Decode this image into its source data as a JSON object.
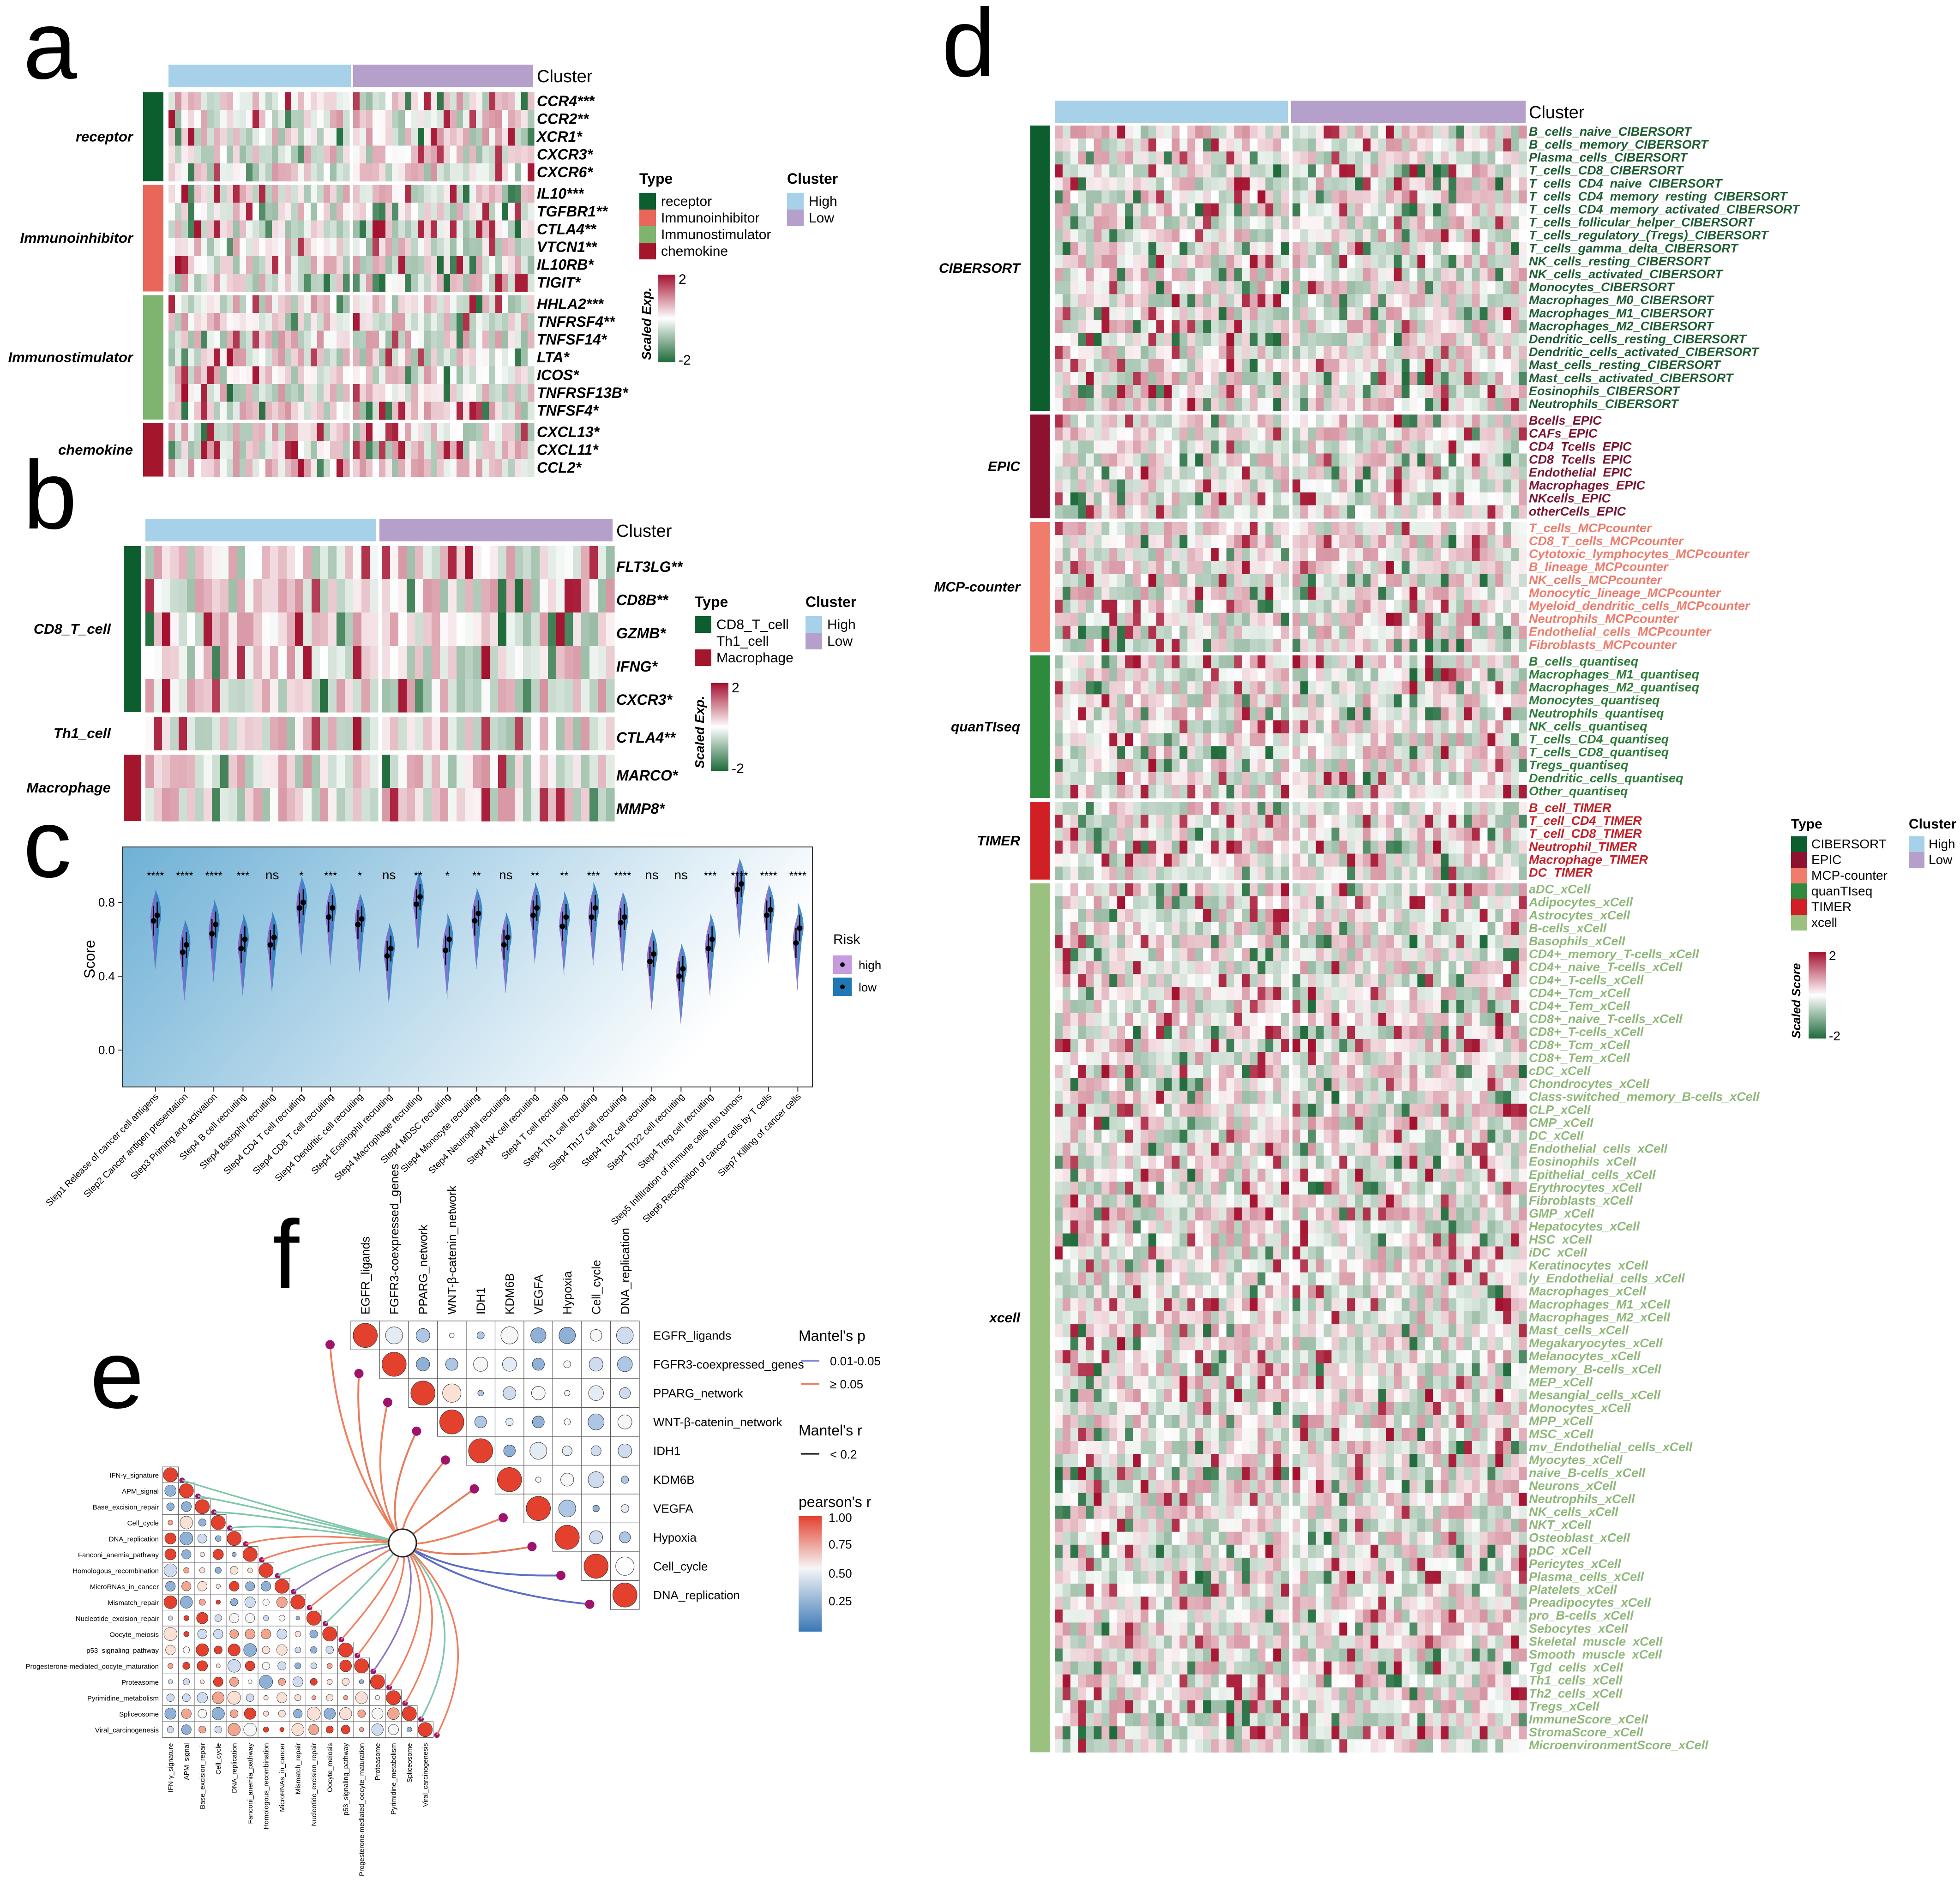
{
  "panel_letters": [
    "a",
    "b",
    "c",
    "d",
    "e",
    "f"
  ],
  "colors": {
    "high": "#a6d1e8",
    "low": "#b5a0cc",
    "receptor": "#0c5e2e",
    "immunoinhibitor": "#e8675a",
    "immunostimulator": "#7eb46f",
    "chemokine": "#a4162b",
    "cd8": "#0c5e2e",
    "macrophage": "#a4162b",
    "cibersort": "#0c5e2e",
    "epic": "#8c1230",
    "mcp": "#f07c6c",
    "quantiseq": "#2e8b3e",
    "timer": "#d11f26",
    "xcell": "#9ac17f",
    "heat_low": "#1f6b3a",
    "heat_mid": "#ffffff",
    "heat_high": "#a4102e"
  },
  "chart_data": [
    {
      "panel": "a",
      "type": "heatmap",
      "cluster_label": "Cluster",
      "groups": [
        {
          "name": "receptor",
          "rows": [
            "CCR4***",
            "CCR2**",
            "XCR1*",
            "CXCR3*",
            "CXCR6*"
          ]
        },
        {
          "name": "Immunoinhibitor",
          "rows": [
            "IL10***",
            "TGFBR1**",
            "CTLA4**",
            "VTCN1**",
            "IL10RB*",
            "TIGIT*"
          ]
        },
        {
          "name": "Immunostimulator",
          "rows": [
            "HHLA2***",
            "TNFRSF4**",
            "TNFSF14*",
            "LTA*",
            "ICOS*",
            "TNFRSF13B*",
            "TNFSF4*"
          ]
        },
        {
          "name": "chemokine",
          "rows": [
            "CXCL13*",
            "CXCL11*",
            "CCL2*"
          ]
        }
      ],
      "legend": {
        "type_title": "Type",
        "type_items": [
          "receptor",
          "Immunoinhibitor",
          "Immunostimulator",
          "chemokine"
        ],
        "cluster_title": "Cluster",
        "cluster_items": [
          "High",
          "Low"
        ],
        "scale_title": "Scaled Exp.",
        "scale_max": "2",
        "scale_min": "-2"
      }
    },
    {
      "panel": "b",
      "type": "heatmap",
      "cluster_label": "Cluster",
      "groups": [
        {
          "name": "CD8_T_cell",
          "rows": [
            "FLT3LG**",
            "CD8B**",
            "GZMB*",
            "IFNG*",
            "CXCR3*"
          ]
        },
        {
          "name": "Th1_cell",
          "rows": [
            "CTLA4**"
          ]
        },
        {
          "name": "Macrophage",
          "rows": [
            "MARCO*",
            "MMP8*"
          ]
        }
      ],
      "legend": {
        "type_title": "Type",
        "type_items": [
          "CD8_T_cell",
          "Th1_cell",
          "Macrophage"
        ],
        "cluster_title": "Cluster",
        "cluster_items": [
          "High",
          "Low"
        ],
        "scale_title": "Scaled Exp.",
        "scale_max": "2",
        "scale_min": "-2"
      }
    },
    {
      "panel": "c",
      "type": "violin",
      "ylabel": "Score",
      "yticks": [
        "0.0",
        "0.4",
        "0.8"
      ],
      "ylim": [
        -0.2,
        1.1
      ],
      "legend_title": "Risk",
      "legend_items": [
        "high",
        "low"
      ],
      "categories": [
        "Step1 Release of cancer cell antigens",
        "Step2 Cancer antigen presentation",
        "Step3 Priming and activation",
        "Step4 B cell recruiting",
        "Step4 Basophil recruiting",
        "Step4 CD4 T cell recruiting",
        "Step4 CD8 T cell recruiting",
        "Step4 Dendritic cell recruiting",
        "Step4 Eosinophil recruiting",
        "Step4 Macrophage recruiting",
        "Step4 MDSC recruiting",
        "Step4 Monocyte recruiting",
        "Step4 Neutrophil recruiting",
        "Step4 NK cell recruiting",
        "Step4 T cell recruiting",
        "Step4 Th1 cell recruiting",
        "Step4 Th17 cell recruiting",
        "Step4 Th2 cell recruiting",
        "Step4 Th22 cell recruiting",
        "Step4 Treg cell recruiting",
        "Step5 Infiltration of immune cells into tumors",
        "Step6 Recognition of cancer cells by T cells",
        "Step7 Killing of cancer cells"
      ],
      "significance": [
        "****",
        "****",
        "****",
        "***",
        "ns",
        "*",
        "***",
        "*",
        "ns",
        "**",
        "*",
        "**",
        "ns",
        "**",
        "**",
        "***",
        "****",
        "ns",
        "ns",
        "***",
        "****",
        "****",
        "****"
      ],
      "series": [
        {
          "name": "high",
          "values": [
            0.7,
            0.53,
            0.63,
            0.55,
            0.57,
            0.77,
            0.72,
            0.68,
            0.51,
            0.79,
            0.54,
            0.7,
            0.57,
            0.73,
            0.67,
            0.72,
            0.69,
            0.48,
            0.4,
            0.55,
            0.87,
            0.73,
            0.58
          ]
        },
        {
          "name": "low",
          "values": [
            0.73,
            0.57,
            0.68,
            0.6,
            0.61,
            0.8,
            0.77,
            0.71,
            0.55,
            0.83,
            0.6,
            0.74,
            0.61,
            0.77,
            0.72,
            0.77,
            0.72,
            0.52,
            0.44,
            0.6,
            0.9,
            0.76,
            0.66
          ]
        }
      ]
    },
    {
      "panel": "d",
      "type": "heatmap",
      "cluster_label": "Cluster",
      "groups": [
        {
          "name": "CIBERSORT",
          "rows": [
            "B_cells_naive_CIBERSORT",
            "B_cells_memory_CIBERSORT",
            "Plasma_cells_CIBERSORT",
            "T_cells_CD8_CIBERSORT",
            "T_cells_CD4_naive_CIBERSORT",
            "T_cells_CD4_memory_resting_CIBERSORT",
            "T_cells_CD4_memory_activated_CIBERSORT",
            "T_cells_follicular_helper_CIBERSORT",
            "T_cells_regulatory_(Tregs)_CIBERSORT",
            "T_cells_gamma_delta_CIBERSORT",
            "NK_cells_resting_CIBERSORT",
            "NK_cells_activated_CIBERSORT",
            "Monocytes_CIBERSORT",
            "Macrophages_M0_CIBERSORT",
            "Macrophages_M1_CIBERSORT",
            "Macrophages_M2_CIBERSORT",
            "Dendritic_cells_resting_CIBERSORT",
            "Dendritic_cells_activated_CIBERSORT",
            "Mast_cells_resting_CIBERSORT",
            "Mast_cells_activated_CIBERSORT",
            "Eosinophils_CIBERSORT",
            "Neutrophils_CIBERSORT"
          ]
        },
        {
          "name": "EPIC",
          "rows": [
            "Bcells_EPIC",
            "CAFs_EPIC",
            "CD4_Tcells_EPIC",
            "CD8_Tcells_EPIC",
            "Endothelial_EPIC",
            "Macrophages_EPIC",
            "NKcells_EPIC",
            "otherCells_EPIC"
          ]
        },
        {
          "name": "MCP-counter",
          "rows": [
            "T_cells_MCPcounter",
            "CD8_T_cells_MCPcounter",
            "Cytotoxic_lymphocytes_MCPcounter",
            "B_lineage_MCPcounter",
            "NK_cells_MCPcounter",
            "Monocytic_lineage_MCPcounter",
            "Myeloid_dendritic_cells_MCPcounter",
            "Neutrophils_MCPcounter",
            "Endothelial_cells_MCPcounter",
            "Fibroblasts_MCPcounter"
          ]
        },
        {
          "name": "quanTIseq",
          "rows": [
            "B_cells_quantiseq",
            "Macrophages_M1_quantiseq",
            "Macrophages_M2_quantiseq",
            "Monocytes_quantiseq",
            "Neutrophils_quantiseq",
            "NK_cells_quantiseq",
            "T_cells_CD4_quantiseq",
            "T_cells_CD8_quantiseq",
            "Tregs_quantiseq",
            "Dendritic_cells_quantiseq",
            "Other_quantiseq"
          ]
        },
        {
          "name": "TIMER",
          "rows": [
            "B_cell_TIMER",
            "T_cell_CD4_TIMER",
            "T_cell_CD8_TIMER",
            "Neutrophil_TIMER",
            "Macrophage_TIMER",
            "DC_TIMER"
          ]
        },
        {
          "name": "xcell",
          "rows": [
            "aDC_xCell",
            "Adipocytes_xCell",
            "Astrocytes_xCell",
            "B-cells_xCell",
            "Basophils_xCell",
            "CD4+_memory_T-cells_xCell",
            "CD4+_naive_T-cells_xCell",
            "CD4+_T-cells_xCell",
            "CD4+_Tcm_xCell",
            "CD4+_Tem_xCell",
            "CD8+_naive_T-cells_xCell",
            "CD8+_T-cells_xCell",
            "CD8+_Tcm_xCell",
            "CD8+_Tem_xCell",
            "cDC_xCell",
            "Chondrocytes_xCell",
            "Class-switched_memory_B-cells_xCell",
            "CLP_xCell",
            "CMP_xCell",
            "DC_xCell",
            "Endothelial_cells_xCell",
            "Eosinophils_xCell",
            "Epithelial_cells_xCell",
            "Erythrocytes_xCell",
            "Fibroblasts_xCell",
            "GMP_xCell",
            "Hepatocytes_xCell",
            "HSC_xCell",
            "iDC_xCell",
            "Keratinocytes_xCell",
            "ly_Endothelial_cells_xCell",
            "Macrophages_xCell",
            "Macrophages_M1_xCell",
            "Macrophages_M2_xCell",
            "Mast_cells_xCell",
            "Megakaryocytes_xCell",
            "Melanocytes_xCell",
            "Memory_B-cells_xCell",
            "MEP_xCell",
            "Mesangial_cells_xCell",
            "Monocytes_xCell",
            "MPP_xCell",
            "MSC_xCell",
            "mv_Endothelial_cells_xCell",
            "Myocytes_xCell",
            "naive_B-cells_xCell",
            "Neurons_xCell",
            "Neutrophils_xCell",
            "NK_cells_xCell",
            "NKT_xCell",
            "Osteoblast_xCell",
            "pDC_xCell",
            "Pericytes_xCell",
            "Plasma_cells_xCell",
            "Platelets_xCell",
            "Preadipocytes_xCell",
            "pro_B-cells_xCell",
            "Sebocytes_xCell",
            "Skeletal_muscle_xCell",
            "Smooth_muscle_xCell",
            "Tgd_cells_xCell",
            "Th1_cells_xCell",
            "Th2_cells_xCell",
            "Tregs_xCell",
            "ImmuneScore_xCell",
            "StromaScore_xCell",
            "MicroenvironmentScore_xCell"
          ]
        }
      ],
      "legend": {
        "type_title": "Type",
        "type_items": [
          "CIBERSORT",
          "EPIC",
          "MCP-counter",
          "quanTIseq",
          "TIMER",
          "xcell"
        ],
        "cluster_title": "Cluster",
        "cluster_items": [
          "High",
          "Low"
        ],
        "scale_title": "Scaled Score",
        "scale_max": "2",
        "scale_min": "-2"
      }
    },
    {
      "panel": "e",
      "type": "heatmap",
      "labels": [
        "IFN-γ_signature",
        "APM_signal",
        "Base_excision_repair",
        "Cell_cycle",
        "DNA_replication",
        "Fanconi_anemia_pathway",
        "Homologous_recombination",
        "MicroRNAs_in_cancer",
        "Mismatch_repair",
        "Nucleotide_excision_repair",
        "Oocyte_meiosis",
        "p53_signaling_pathway",
        "Progesterone-mediated_oocyte_maturation",
        "Proteasome",
        "Pyrimidine_metabolism",
        "Spliceosome",
        "Viral_carcinogenesis"
      ]
    },
    {
      "panel": "f",
      "type": "heatmap",
      "labels": [
        "EGFR_ligands",
        "FGFR3-coexpressed_genes",
        "PPARG_network",
        "WNT-β-catenin_network",
        "IDH1",
        "KDM6B",
        "VEGFA",
        "Hypoxia",
        "Cell_cycle",
        "DNA_replication"
      ],
      "legend": {
        "mantel_p_title": "Mantel's p",
        "mantel_p_items": [
          "0.01-0.05",
          "≥ 0.05"
        ],
        "mantel_r_title": "Mantel's r",
        "mantel_r_items": [
          "< 0.2"
        ],
        "pearson_title": "pearson's r",
        "pearson_ticks": [
          "1.00",
          "0.75",
          "0.50",
          "0.25"
        ]
      }
    }
  ]
}
